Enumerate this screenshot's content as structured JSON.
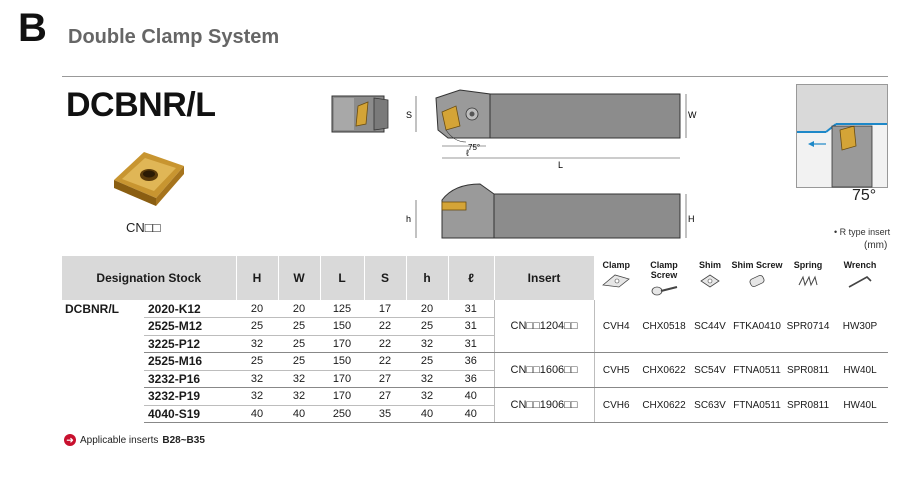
{
  "header": {
    "section_letter": "B",
    "section_title": "Double Clamp System"
  },
  "product": {
    "code": "DCBNR/L",
    "insert_shape_code": "CN□□"
  },
  "diagram": {
    "dim_labels": {
      "s": "S",
      "w": "W",
      "angle": "75°",
      "l_small": "ℓ",
      "l_big": "L",
      "h_small": "h",
      "h_big": "H"
    },
    "approach_angle": "75°"
  },
  "notes": {
    "r_type": "• R type insert",
    "unit": "(mm)"
  },
  "table": {
    "headers": {
      "designation": "Designation Stock",
      "H": "H",
      "W": "W",
      "L": "L",
      "S": "S",
      "h": "h",
      "l": "ℓ",
      "insert": "Insert",
      "clamp": "Clamp",
      "clamp_screw": "Clamp Screw",
      "shim": "Shim",
      "shim_screw": "Shim Screw",
      "spring": "Spring",
      "wrench": "Wrench"
    },
    "series": "DCBNR/L",
    "rows": [
      {
        "stock": "2020-K12",
        "H": "20",
        "W": "20",
        "L": "125",
        "S": "17",
        "h": "20",
        "l": "31"
      },
      {
        "stock": "2525-M12",
        "H": "25",
        "W": "25",
        "L": "150",
        "S": "22",
        "h": "25",
        "l": "31"
      },
      {
        "stock": "3225-P12",
        "H": "32",
        "W": "25",
        "L": "170",
        "S": "22",
        "h": "32",
        "l": "31"
      },
      {
        "stock": "2525-M16",
        "H": "25",
        "W": "25",
        "L": "150",
        "S": "22",
        "h": "25",
        "l": "36"
      },
      {
        "stock": "3232-P16",
        "H": "32",
        "W": "32",
        "L": "170",
        "S": "27",
        "h": "32",
        "l": "36"
      },
      {
        "stock": "3232-P19",
        "H": "32",
        "W": "32",
        "L": "170",
        "S": "27",
        "h": "32",
        "l": "40"
      },
      {
        "stock": "4040-S19",
        "H": "40",
        "W": "40",
        "L": "250",
        "S": "35",
        "h": "40",
        "l": "40"
      }
    ],
    "groups": [
      {
        "insert": "CN□□1204□□",
        "clamp": "CVH4",
        "clamp_screw": "CHX0518",
        "shim": "SC44V",
        "shim_screw": "FTKA0410",
        "spring": "SPR0714",
        "wrench": "HW30P"
      },
      {
        "insert": "CN□□1606□□",
        "clamp": "CVH5",
        "clamp_screw": "CHX0622",
        "shim": "SC54V",
        "shim_screw": "FTNA0511",
        "spring": "SPR0811",
        "wrench": "HW40L"
      },
      {
        "insert": "CN□□1906□□",
        "clamp": "CVH6",
        "clamp_screw": "CHX0622",
        "shim": "SC63V",
        "shim_screw": "FTNA0511",
        "spring": "SPR0811",
        "wrench": "HW40L"
      }
    ]
  },
  "footnote": {
    "text": "Applicable inserts",
    "ref": "B28~B35",
    "icon": "arrow-right-icon"
  },
  "colors": {
    "insert_gold": "#d4a437",
    "body_gray": "#8c8c8c",
    "header_gray": "#d9d9d9",
    "accent_blue": "#1e88c8"
  }
}
